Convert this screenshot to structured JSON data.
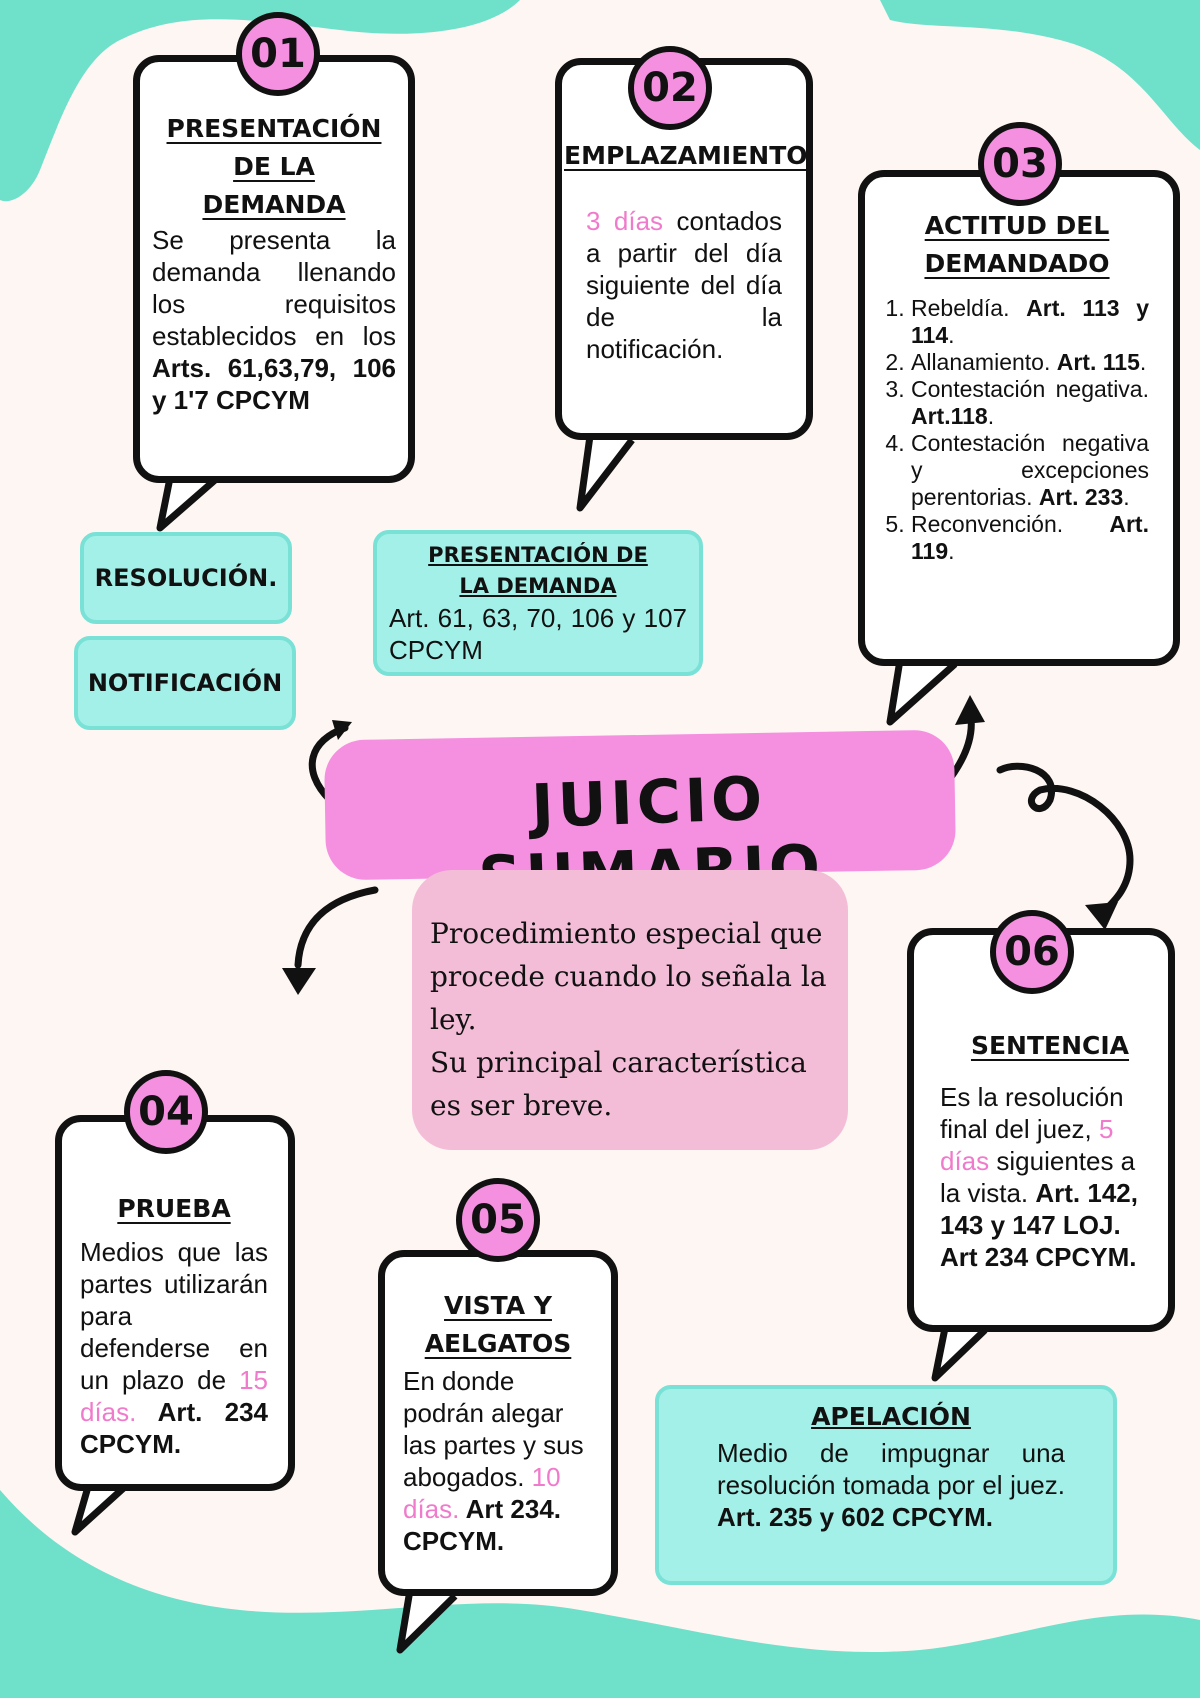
{
  "title": "JUICIO SUMARIO",
  "description": {
    "line1": "Procedimiento especial que procede cuando lo señala la ley.",
    "line2": "Su principal característica es ser breve."
  },
  "steps": [
    {
      "number": "01",
      "title_lines": [
        "PRESENTACIÓN",
        "DE LA",
        "DEMANDA"
      ],
      "text": "Se presenta la demanda llenando los requisitos establecidos en los ",
      "bold": "Arts. 61,63,79, 106 y 1'7 CPCYM"
    },
    {
      "number": "02",
      "title": "EMPLAZAMIENTO",
      "highlight": "3 días",
      "text": " contados a partir del día siguiente del día de la notificación."
    },
    {
      "number": "03",
      "title_lines": [
        "ACTITUD DEL",
        "DEMANDADO"
      ],
      "items": [
        {
          "text": "Rebeldía. ",
          "bold": "Art. 113 y 114",
          "end": "."
        },
        {
          "text": "Allanamiento. ",
          "bold": "Art. 115",
          "end": "."
        },
        {
          "text": "Contestación negativa. ",
          "bold": "Art.118",
          "end": "."
        },
        {
          "text": "Contestación negativa y excepciones perentorias. ",
          "bold": "Art. 233",
          "end": "."
        },
        {
          "text": "Reconvención. ",
          "bold": "Art. 119",
          "end": "."
        }
      ]
    },
    {
      "number": "04",
      "title": "PRUEBA",
      "text": "Medios que las partes utilizarán para defenderse en un plazo de ",
      "highlight": "15 días.",
      "bold": " Art. 234 CPCYM."
    },
    {
      "number": "05",
      "title_lines": [
        "VISTA Y",
        "AELGATOS"
      ],
      "text": "En donde podrán alegar las partes y sus abogados. ",
      "highlight": "10 días.",
      "bold": " Art 234. CPCYM."
    },
    {
      "number": "06",
      "title": "SENTENCIA",
      "text": "Es la resolución final del juez, ",
      "highlight": "5 días",
      "text2": " siguientes a la vista. ",
      "bold": "Art. 142, 143 y 147 LOJ. Art 234 CPCYM."
    }
  ],
  "boxes": {
    "resolucion": "RESOLUCIÓN.",
    "notificacion": "NOTIFICACIÓN",
    "presentacion": {
      "title_lines": [
        "PRESENTACIÓN DE",
        "LA DEMANDA"
      ],
      "text": "Art. 61, 63, 70, 106 y 107 CPCYM"
    },
    "apelacion": {
      "title": "APELACIÓN",
      "text": "Medio de impugnar una resolución tomada por el juez. ",
      "bold": "Art. 235 y 602 CPCYM."
    }
  },
  "colors": {
    "pink": "#f58fe0",
    "teal": "#6fe0ca",
    "light_teal": "#a3f0e8",
    "soft_pink": "#f4bdd7",
    "cream": "#fdf6f3"
  }
}
